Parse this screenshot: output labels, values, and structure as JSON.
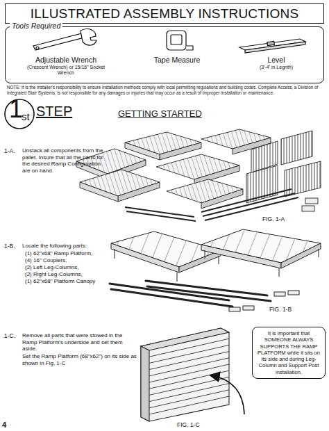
{
  "diagram": {
    "title": "ILLUSTRATED ASSEMBLY INSTRUCTIONS",
    "nodes": [
      {
        "text": [
          "Tools Required"
        ]
      },
      {
        "text": [
          "It is important that SOMEONE ALWAYS SUPPORTS THE RAMP PLATFORM while it sits on its side and during Leg-Column and Support Post installation."
        ]
      }
    ],
    "labels": [
      "Adjustable Wrench",
      "(Crescent Wrench) or 15/16\" Socket Wrench",
      "Tape Measure",
      "Level",
      "(3'-4' in Legnth)",
      "NOTE: It is the installer's responsibility to ensure installation methods comply with local permitting regulations and building codes. Complete Access, a Division of Integrated Stair Systems, is not responsible for any damages or injuries that may occur as a result of improper installation or maintenance.",
      "1",
      "st",
      "STEP",
      "GETTING STARTED",
      "1-A.",
      "Unstack all components from the pallet. Insure that all the parts for the desired Ramp Configuration are on hand.",
      "FIG. 1-A",
      "1-B.",
      "Locate the following parts:",
      "(1) 62\"x68\" Ramp Platform,",
      "(4) 16\" Couplers,",
      "(2) Left Leg-Columns,",
      "(2) Right Leg-Columns,",
      "(1) 62\"x68\" Platform Canopy",
      "FIG. 1-B",
      "1-C.",
      "Remove all parts that were stowed in the Ramp Platform's underside and set them aside.",
      "Set the Ramp Platform (68\"x62\") on its side as shown in Fig. 1-C",
      "FIG. 1-C",
      "4"
    ]
  }
}
